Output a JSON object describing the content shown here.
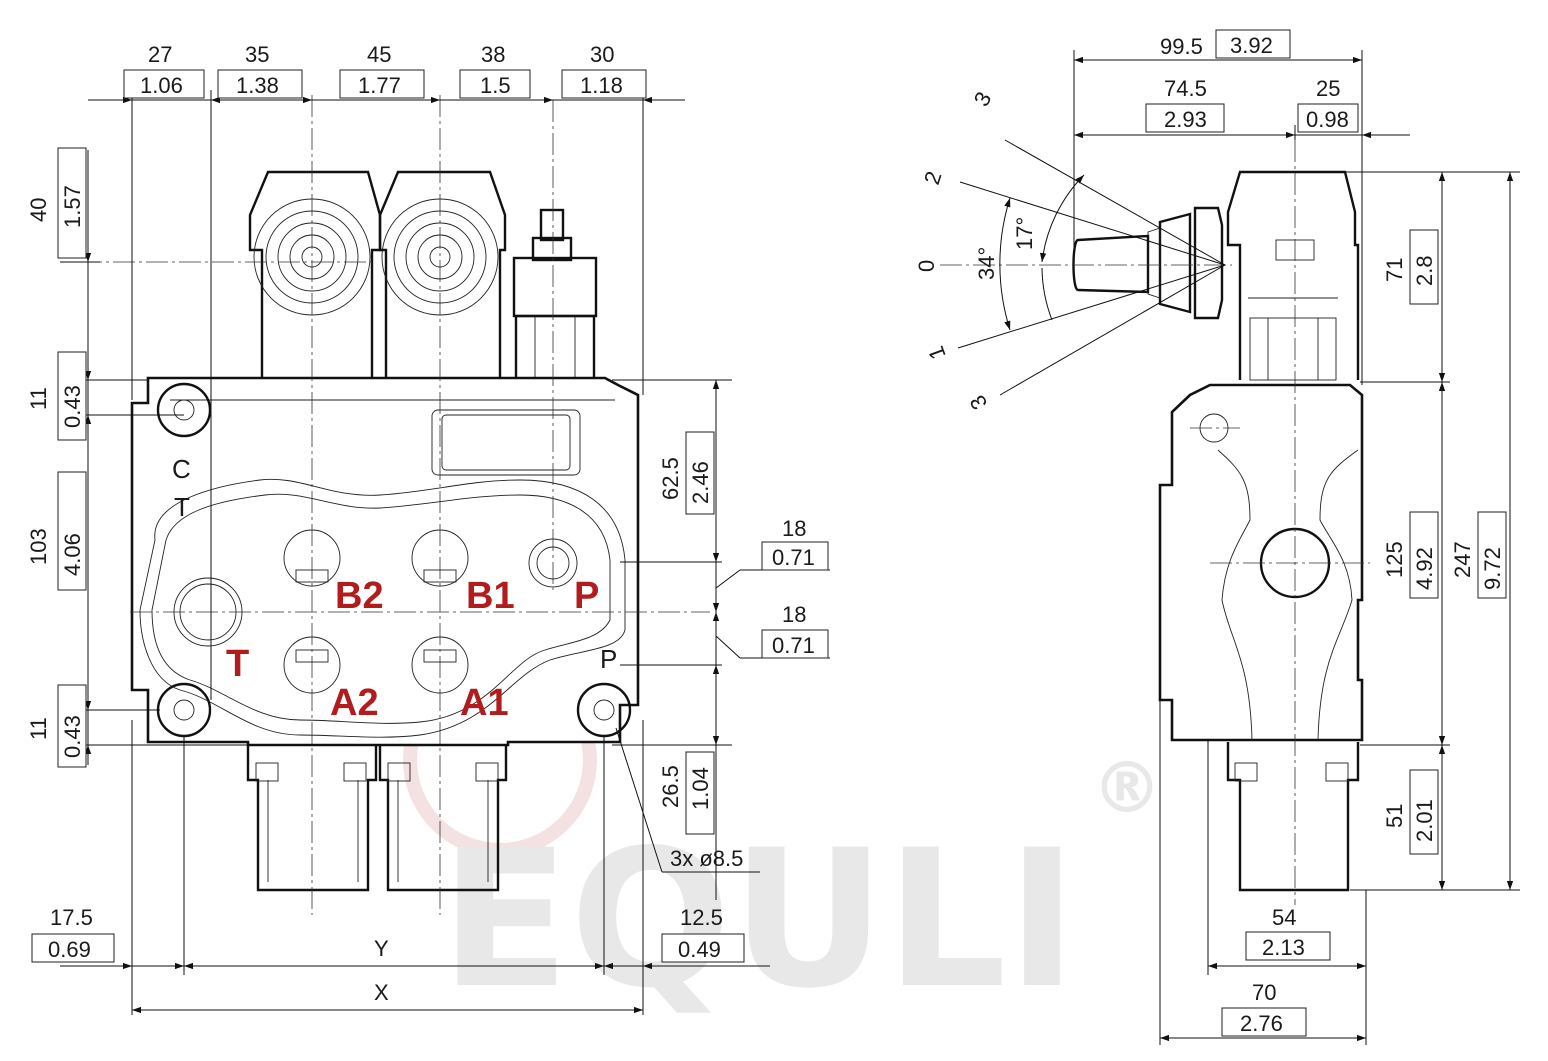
{
  "watermark": {
    "text": "EQULI",
    "registered": "®"
  },
  "front_view": {
    "top_dims": [
      {
        "mm": "27",
        "inch": "1.06"
      },
      {
        "mm": "35",
        "inch": "1.38"
      },
      {
        "mm": "45",
        "inch": "1.77"
      },
      {
        "mm": "38",
        "inch": "1.5"
      },
      {
        "mm": "30",
        "inch": "1.18"
      }
    ],
    "left_dims": [
      {
        "mm": "40",
        "inch": "1.57"
      },
      {
        "mm": "11",
        "inch": "0.43"
      },
      {
        "mm": "103",
        "inch": "4.06"
      },
      {
        "mm": "11",
        "inch": "0.43"
      }
    ],
    "right_dims": [
      {
        "mm": "62.5",
        "inch": "2.46"
      },
      {
        "mm": "18",
        "inch": "0.71"
      },
      {
        "mm": "18",
        "inch": "0.71"
      },
      {
        "mm": "26.5",
        "inch": "1.04"
      }
    ],
    "hole_note": "3x ø8.5",
    "bottom_dims": {
      "left": {
        "mm": "17.5",
        "inch": "0.69"
      },
      "right": {
        "mm": "12.5",
        "inch": "0.49"
      },
      "y_label": "Y",
      "x_label": "X"
    },
    "ports": {
      "b2": "B2",
      "b1": "B1",
      "p": "P",
      "t": "T",
      "a2": "A2",
      "a1": "A1"
    },
    "casting_marks": {
      "c": "C",
      "t": "T",
      "p": "P"
    }
  },
  "side_view": {
    "top_dims": [
      {
        "mm": "99.5",
        "inch": "3.92"
      },
      {
        "mm": "74.5",
        "inch": "2.93"
      },
      {
        "mm": "25",
        "inch": "0.98"
      }
    ],
    "right_dims": [
      {
        "mm": "71",
        "inch": "2.8"
      },
      {
        "mm": "125",
        "inch": "4.92"
      },
      {
        "mm": "247",
        "inch": "9.72"
      },
      {
        "mm": "51",
        "inch": "2.01"
      }
    ],
    "bottom_dims": [
      {
        "mm": "54",
        "inch": "2.13"
      },
      {
        "mm": "70",
        "inch": "2.76"
      }
    ],
    "lever": {
      "positions": [
        "3",
        "2",
        "0",
        "1",
        "3"
      ],
      "angle_large": "34°",
      "angle_small": "17°"
    }
  }
}
